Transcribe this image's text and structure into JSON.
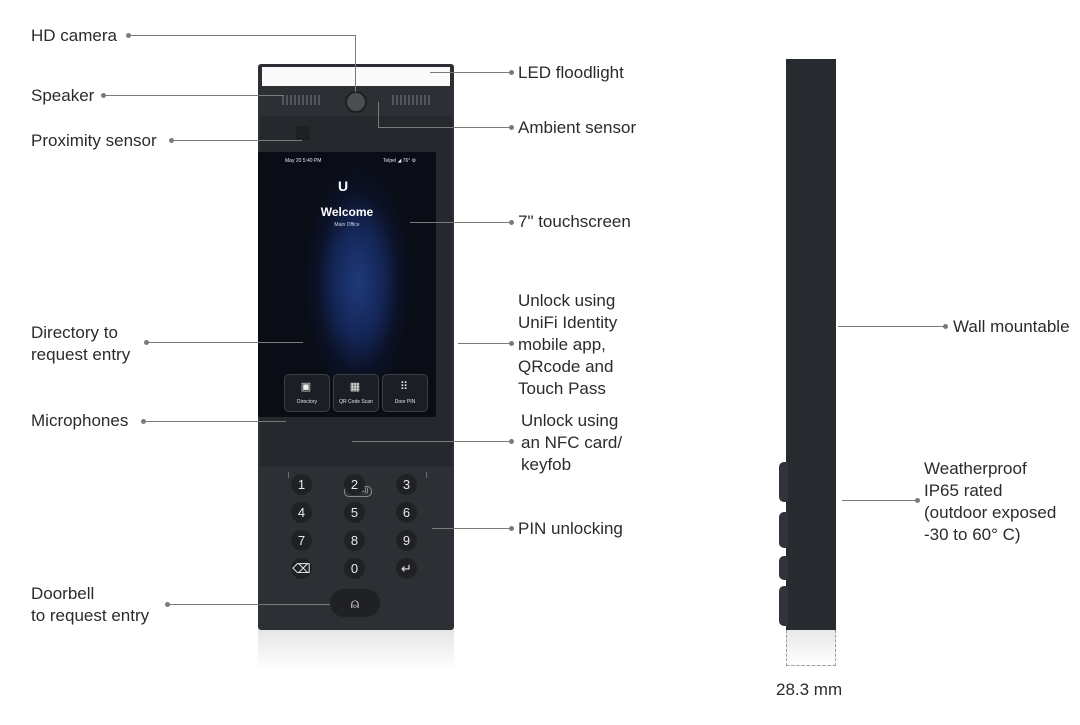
{
  "labels": {
    "hd_camera": "HD camera",
    "speaker": "Speaker",
    "proximity_sensor": "Proximity sensor",
    "led_floodlight": "LED floodlight",
    "ambient_sensor": "Ambient sensor",
    "touchscreen": "7\" touchscreen",
    "directory": "Directory to\nrequest entry",
    "unlock_app": "Unlock using\nUniFi Identity\nmobile app,\nQRcode and\nTouch Pass",
    "microphones": "Microphones",
    "unlock_nfc": "Unlock using\nan NFC card/\nkeyfob",
    "pin_unlocking": "PIN unlocking",
    "doorbell": "Doorbell\nto request entry",
    "wall_mountable": "Wall mountable",
    "weatherproof": "Weatherproof\nIP65 rated\n(outdoor exposed\n-30 to 60° C)",
    "thickness": "28.3 mm"
  },
  "screen": {
    "date_time": "May 20  5:40 PM",
    "status": "Telpel  ◢ 76° ⚙",
    "logo": "U",
    "welcome": "Welcome",
    "subtitle": "Main Office",
    "tiles": [
      "Directory",
      "QR Code Scan",
      "Door PIN"
    ]
  },
  "nfc_label": "((NFC))",
  "keypad": [
    "1",
    "2",
    "3",
    "4",
    "5",
    "6",
    "7",
    "8",
    "9",
    "⌫",
    "0",
    "↵"
  ],
  "bell_icon": "bell-icon"
}
